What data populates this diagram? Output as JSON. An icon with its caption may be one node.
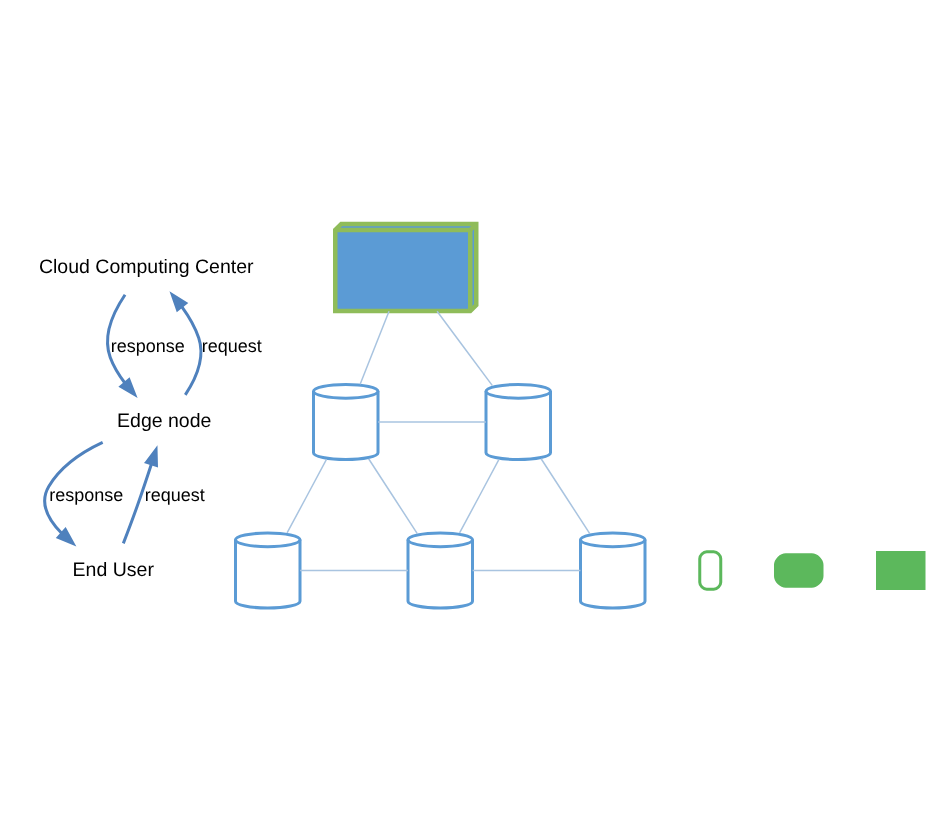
{
  "diagram": {
    "nodes": [
      {
        "text": [
          "Cloud Computing Center"
        ]
      },
      {
        "text": [],
        "shape": "server"
      },
      {
        "text": [],
        "shape": "tower"
      },
      {
        "text": [],
        "shape": "tower"
      },
      {
        "text": [
          "Edge node"
        ]
      },
      {
        "text": [],
        "shape": "tower"
      },
      {
        "text": [],
        "shape": "tower"
      },
      {
        "text": [],
        "shape": "tower"
      },
      {
        "text": [
          "End User"
        ]
      },
      {
        "text": [],
        "shape": "phone"
      },
      {
        "text": [],
        "shape": "car"
      },
      {
        "text": [],
        "shape": "monitor"
      }
    ],
    "edges": [
      {
        "from": 4,
        "to": 0,
        "arrow": "to",
        "label": "request",
        "color": "#4f81bd"
      },
      {
        "from": 0,
        "to": 4,
        "arrow": "to",
        "label": "response",
        "color": "#4f81bd"
      },
      {
        "from": 8,
        "to": 4,
        "arrow": "to",
        "label": "request",
        "color": "#4f81bd"
      },
      {
        "from": 4,
        "to": 8,
        "arrow": "to",
        "label": "response",
        "color": "#4f81bd"
      },
      {
        "from": 1,
        "to": 2,
        "arrow": "none"
      },
      {
        "from": 1,
        "to": 3,
        "arrow": "none"
      },
      {
        "from": 2,
        "to": 3,
        "arrow": "none"
      },
      {
        "from": 2,
        "to": 5,
        "arrow": "none"
      },
      {
        "from": 2,
        "to": 6,
        "arrow": "none"
      },
      {
        "from": 3,
        "to": 6,
        "arrow": "none"
      },
      {
        "from": 3,
        "to": 7,
        "arrow": "none"
      },
      {
        "from": 5,
        "to": 6,
        "arrow": "none"
      },
      {
        "from": 6,
        "to": 7,
        "arrow": "none"
      }
    ]
  }
}
